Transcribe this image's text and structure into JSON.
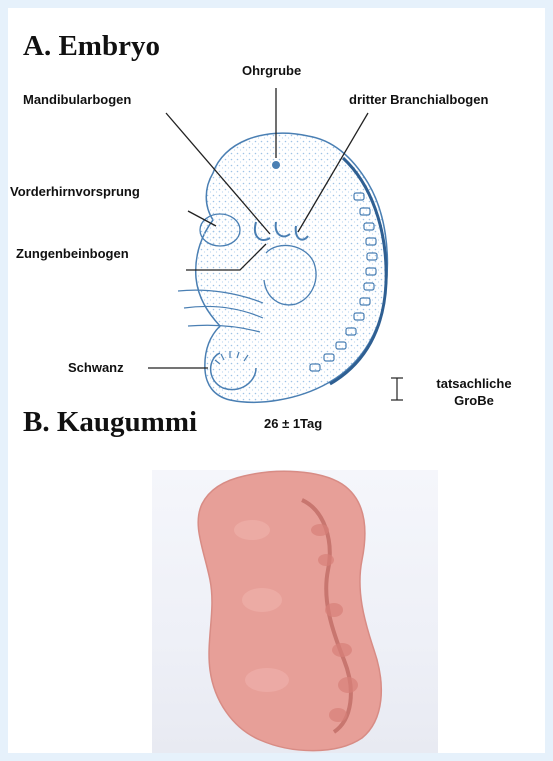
{
  "section_a": {
    "title": "A. Embryo",
    "labels": {
      "ohrgrube": "Ohrgrube",
      "mandibularbogen": "Mandibularbogen",
      "dritter_branchialbogen": "dritter Branchialbogen",
      "vorderhirnvorsprung": "Vorderhirnvorsprung",
      "zungenbeinbogen": "Zungenbeinbogen",
      "schwanz": "Schwanz"
    },
    "scale_label_line1": "tatsachliche",
    "scale_label_line2": "GroBe"
  },
  "section_b": {
    "title": "B. Kaugummi",
    "age": "26 ± 1Tag"
  },
  "colors": {
    "background": "#e6f1fb",
    "embryo_outline": "#4a7fb3",
    "embryo_stipple": "#9fc3e6",
    "gum": "#e79f98"
  }
}
